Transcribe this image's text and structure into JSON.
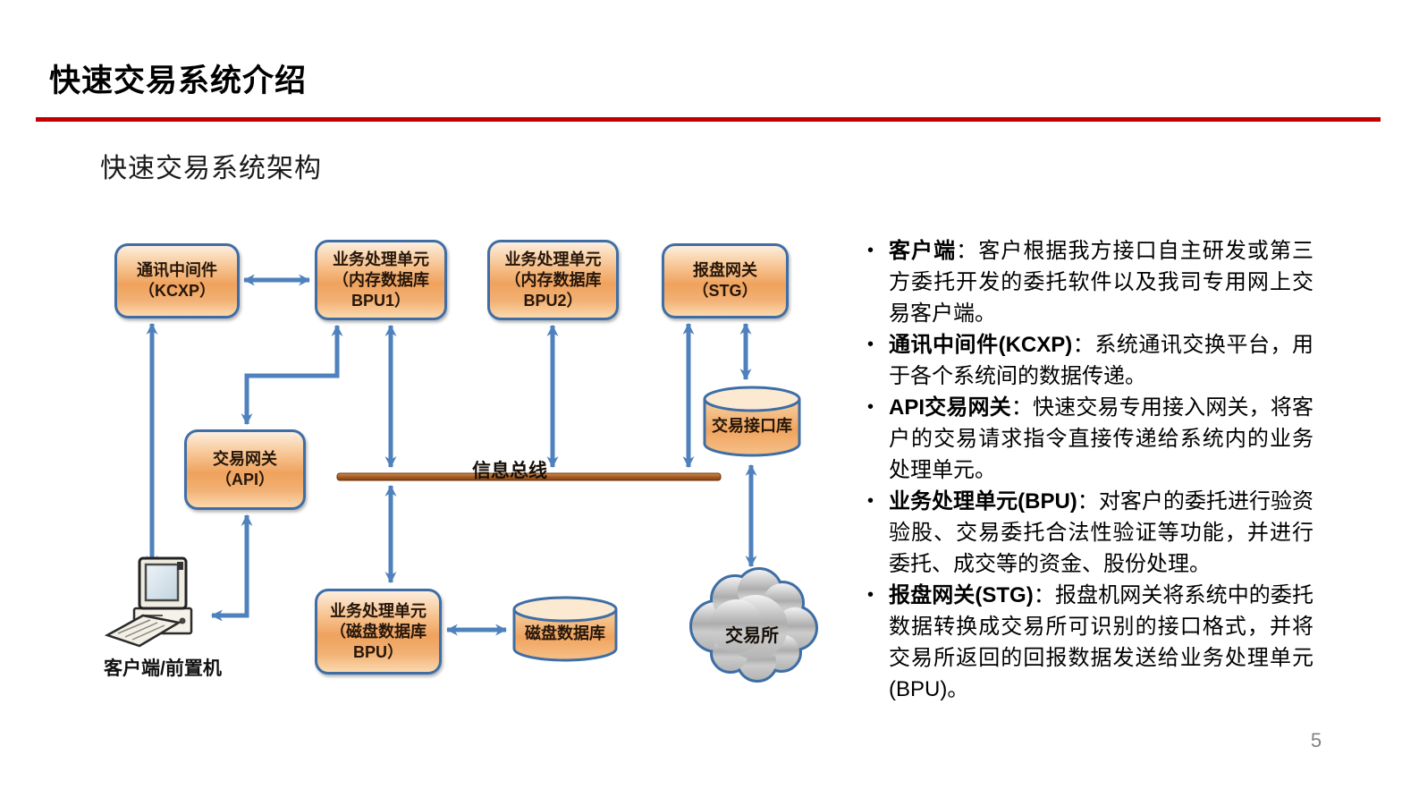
{
  "slide": {
    "title": "快速交易系统介绍",
    "subtitle": "快速交易系统架构",
    "page_number": "5"
  },
  "colors": {
    "accent_rule": "#C00000",
    "arrow_blue": "#4F81BD",
    "shape_border_blue": "#3E6EA5",
    "box_fill_orange": "#EFA25D",
    "bus_brown": "#A5602A",
    "cloud_gray": "#B9B9B9"
  },
  "diagram": {
    "nodes": {
      "kcxp": {
        "label": "通讯中间件\n（KCXP）"
      },
      "bpu1": {
        "label": "业务处理单元\n（内存数据库\nBPU1）"
      },
      "bpu2": {
        "label": "业务处理单元\n（内存数据库\nBPU2）"
      },
      "stg": {
        "label": "报盘网关\n（STG）"
      },
      "api": {
        "label": "交易网关\n（API）"
      },
      "bpu_disk": {
        "label": "业务处理单元\n（磁盘数据库\nBPU）"
      },
      "disk_db": {
        "label": "磁盘数据库"
      },
      "iface_db": {
        "label": "交易接口库"
      },
      "exchange": {
        "label": "交易所"
      },
      "client": {
        "label": "客户端/前置机"
      },
      "bus": {
        "label": "信息总线"
      }
    }
  },
  "bullets": [
    {
      "term": "客户端",
      "desc": "：客户根据我方接口自主研发或第三方委托开发的委托软件以及我司专用网上交易客户端。"
    },
    {
      "term": "通讯中间件(KCXP)",
      "desc": "：系统通讯交换平台，用于各个系统间的数据传递。"
    },
    {
      "term": "API交易网关",
      "desc": "：快速交易专用接入网关，将客户的交易请求指令直接传递给系统内的业务处理单元。"
    },
    {
      "term": "业务处理单元(BPU)",
      "desc": "：对客户的委托进行验资验股、交易委托合法性验证等功能，并进行委托、成交等的资金、股份处理。"
    },
    {
      "term": "报盘网关(STG)",
      "desc": "：报盘机网关将系统中的委托数据转换成交易所可识别的接口格式，并将交易所返回的回报数据发送给业务处理单元(BPU)。"
    }
  ]
}
